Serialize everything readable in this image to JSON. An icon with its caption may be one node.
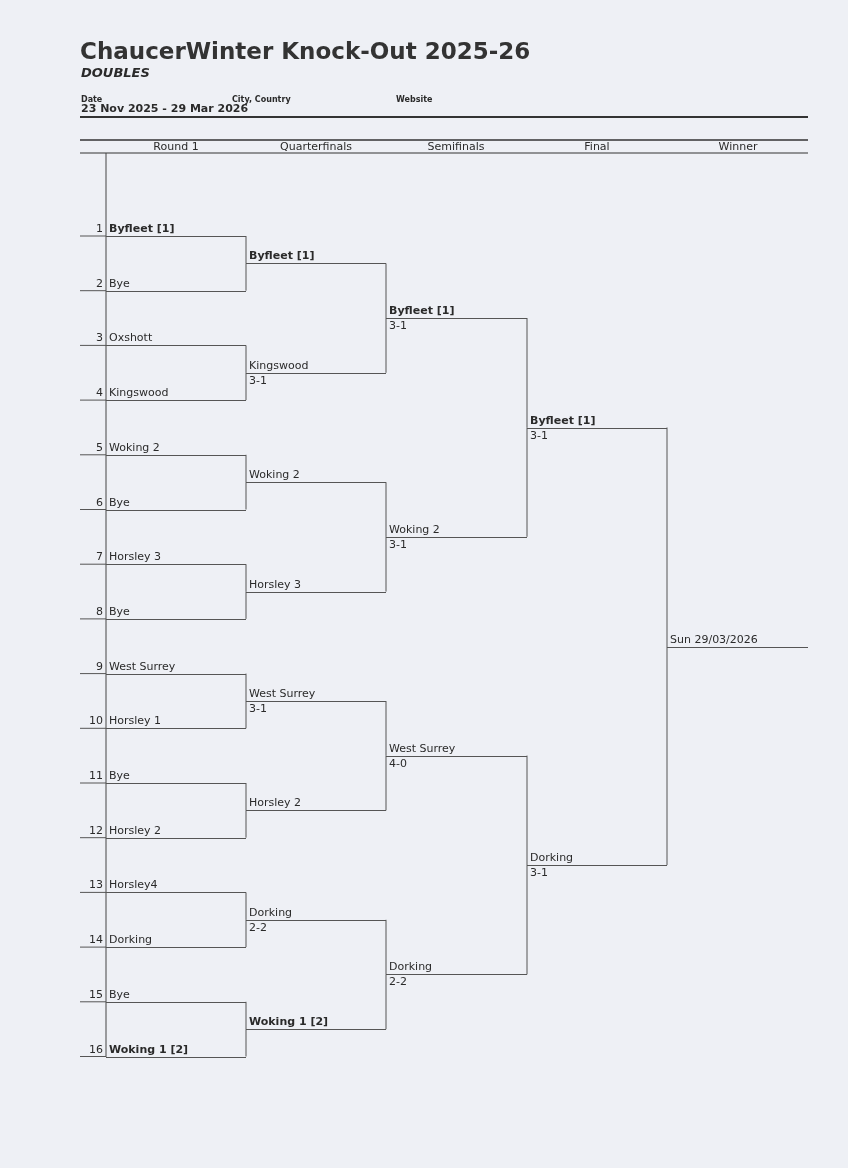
{
  "diagram": {
    "title": "ChaucerWinter Knock-Out 2025-26",
    "labels": [
      "DOUBLES",
      "Date",
      "23 Nov 2025 - 29 Mar 2026",
      "City, Country",
      "Website",
      "Round 1",
      "Quarterfinals",
      "Semifinals",
      "Final",
      "Winner"
    ],
    "nodes": [
      {
        "text": [
          "**Byfleet [1]**"
        ],
        "beside": [
          "1"
        ]
      },
      {
        "text": [
          "Bye"
        ],
        "beside": [
          "2"
        ]
      },
      {
        "text": [
          "Oxshott"
        ],
        "beside": [
          "3"
        ]
      },
      {
        "text": [
          "Kingswood"
        ],
        "beside": [
          "4"
        ]
      },
      {
        "text": [
          "Woking 2"
        ],
        "beside": [
          "5"
        ]
      },
      {
        "text": [
          "Bye"
        ],
        "beside": [
          "6"
        ]
      },
      {
        "text": [
          "Horsley 3"
        ],
        "beside": [
          "7"
        ]
      },
      {
        "text": [
          "Bye"
        ],
        "beside": [
          "8"
        ]
      },
      {
        "text": [
          "West Surrey"
        ],
        "beside": [
          "9"
        ]
      },
      {
        "text": [
          "Horsley 1"
        ],
        "beside": [
          "10"
        ]
      },
      {
        "text": [
          "Bye"
        ],
        "beside": [
          "11"
        ]
      },
      {
        "text": [
          "Horsley 2"
        ],
        "beside": [
          "12"
        ]
      },
      {
        "text": [
          "Horsley4"
        ],
        "beside": [
          "13"
        ]
      },
      {
        "text": [
          "Dorking"
        ],
        "beside": [
          "14"
        ]
      },
      {
        "text": [
          "Bye"
        ],
        "beside": [
          "15"
        ]
      },
      {
        "text": [
          "**Woking 1 [2]**"
        ],
        "beside": [
          "16"
        ]
      },
      {
        "text": [
          "**Byfleet [1]**"
        ]
      },
      {
        "text": [
          "Kingswood",
          "3-1"
        ]
      },
      {
        "text": [
          "Woking 2"
        ]
      },
      {
        "text": [
          "Horsley 3"
        ]
      },
      {
        "text": [
          "West Surrey",
          "3-1"
        ]
      },
      {
        "text": [
          "Horsley 2"
        ]
      },
      {
        "text": [
          "Dorking",
          "2-2"
        ]
      },
      {
        "text": [
          "**Woking 1 [2]**"
        ]
      },
      {
        "text": [
          "**Byfleet [1]**",
          "3-1"
        ]
      },
      {
        "text": [
          "Woking 2",
          "3-1"
        ]
      },
      {
        "text": [
          "West Surrey",
          "4-0"
        ]
      },
      {
        "text": [
          "Dorking",
          "2-2"
        ]
      },
      {
        "text": [
          "**Byfleet [1]**",
          "3-1"
        ]
      },
      {
        "text": [
          "Dorking",
          "3-1"
        ]
      },
      {
        "text": [
          "Sun 29/03/2026"
        ]
      }
    ],
    "edges": [
      {
        "from": 0,
        "to": 16,
        "arrow": "none"
      },
      {
        "from": 1,
        "to": 16,
        "arrow": "none"
      },
      {
        "from": 2,
        "to": 17,
        "arrow": "none"
      },
      {
        "from": 3,
        "to": 17,
        "arrow": "none"
      },
      {
        "from": 4,
        "to": 18,
        "arrow": "none"
      },
      {
        "from": 5,
        "to": 18,
        "arrow": "none"
      },
      {
        "from": 6,
        "to": 19,
        "arrow": "none"
      },
      {
        "from": 7,
        "to": 19,
        "arrow": "none"
      },
      {
        "from": 8,
        "to": 20,
        "arrow": "none"
      },
      {
        "from": 9,
        "to": 20,
        "arrow": "none"
      },
      {
        "from": 10,
        "to": 21,
        "arrow": "none"
      },
      {
        "from": 11,
        "to": 21,
        "arrow": "none"
      },
      {
        "from": 12,
        "to": 22,
        "arrow": "none"
      },
      {
        "from": 13,
        "to": 22,
        "arrow": "none"
      },
      {
        "from": 14,
        "to": 23,
        "arrow": "none"
      },
      {
        "from": 15,
        "to": 23,
        "arrow": "none"
      },
      {
        "from": 16,
        "to": 24,
        "arrow": "none"
      },
      {
        "from": 17,
        "to": 24,
        "arrow": "none"
      },
      {
        "from": 18,
        "to": 25,
        "arrow": "none"
      },
      {
        "from": 19,
        "to": 25,
        "arrow": "none"
      },
      {
        "from": 20,
        "to": 26,
        "arrow": "none"
      },
      {
        "from": 21,
        "to": 26,
        "arrow": "none"
      },
      {
        "from": 22,
        "to": 27,
        "arrow": "none"
      },
      {
        "from": 23,
        "to": 27,
        "arrow": "none"
      },
      {
        "from": 24,
        "to": 28,
        "arrow": "none"
      },
      {
        "from": 25,
        "to": 28,
        "arrow": "none"
      },
      {
        "from": 26,
        "to": 29,
        "arrow": "none"
      },
      {
        "from": 27,
        "to": 29,
        "arrow": "none"
      },
      {
        "from": 28,
        "to": 30,
        "arrow": "none"
      },
      {
        "from": 29,
        "to": 30,
        "arrow": "none"
      }
    ]
  }
}
